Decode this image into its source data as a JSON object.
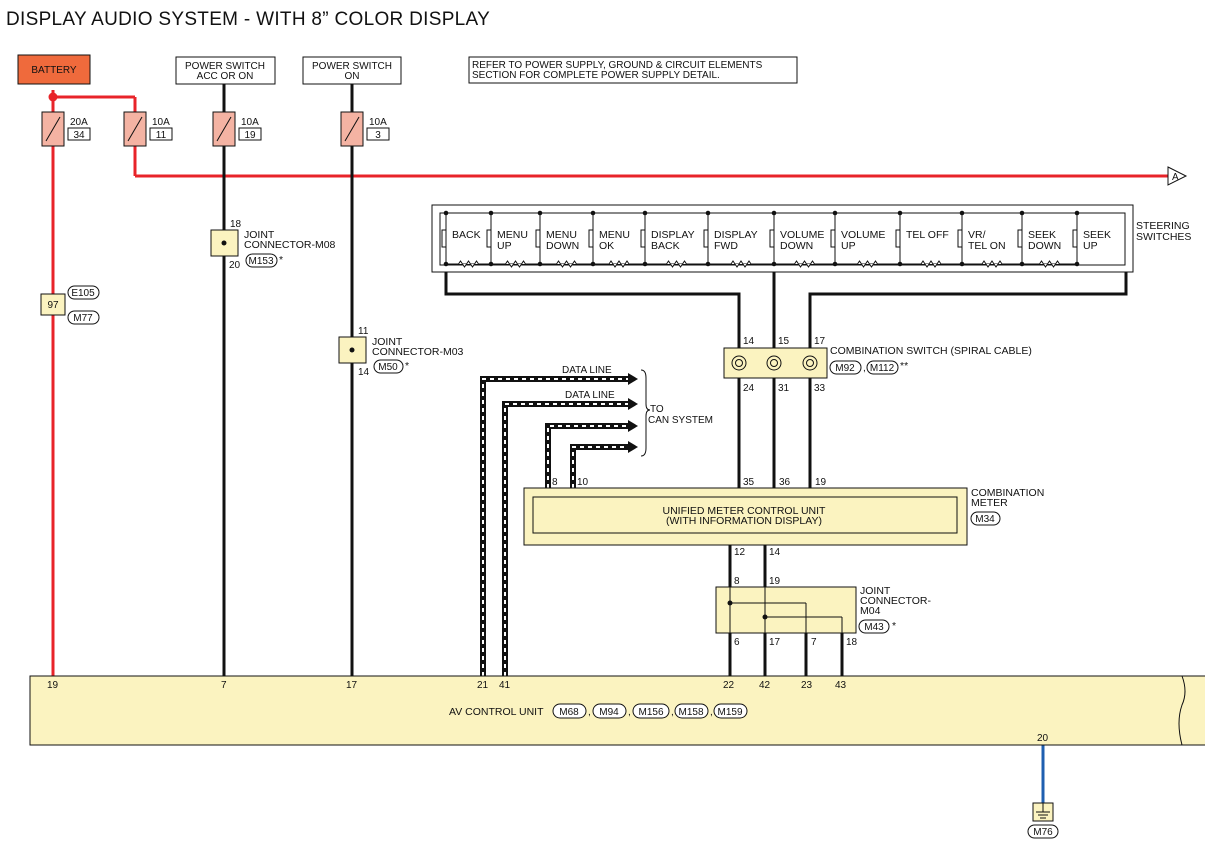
{
  "title": "DISPLAY AUDIO SYSTEM - WITH 8” COLOR DISPLAY",
  "colors": {
    "power": "#e8242a",
    "ground": "#1f5fb0",
    "wire": "#111111",
    "module": "#fbf3c0",
    "battery": "#ef6a3c",
    "fuse": "#f4b3a3"
  },
  "battery": {
    "label": "BATTERY"
  },
  "power_switch_acc": {
    "line1": "POWER SWITCH",
    "line2": "ACC OR ON"
  },
  "power_switch_on": {
    "line1": "POWER SWITCH",
    "line2": "ON"
  },
  "note": {
    "line1": "REFER TO POWER SUPPLY, GROUND & CIRCUIT ELEMENTS",
    "line2": "SECTION FOR COMPLETE POWER SUPPLY DETAIL."
  },
  "fuses": [
    {
      "amp": "20A",
      "num": "34"
    },
    {
      "amp": "10A",
      "num": "11"
    },
    {
      "amp": "10A",
      "num": "19"
    },
    {
      "amp": "10A",
      "num": "3"
    }
  ],
  "arrow_a": "A",
  "inline_connector": {
    "pin": "97",
    "conn1": "E105",
    "conn2": "M77"
  },
  "jc_m08": {
    "line1": "JOINT",
    "line2": "CONNECTOR-M08",
    "pin_top": "18",
    "pin_bot": "20",
    "conn": "M153",
    "mark": "*"
  },
  "jc_m03": {
    "line1": "JOINT",
    "line2": "CONNECTOR-M03",
    "pin_top": "11",
    "pin_bot": "14",
    "conn": "M50",
    "mark": "*"
  },
  "steering": {
    "line1": "STEERING",
    "line2": "SWITCHES",
    "switches": [
      {
        "l1": "BACK",
        "l2": ""
      },
      {
        "l1": "MENU",
        "l2": "UP"
      },
      {
        "l1": "MENU",
        "l2": "DOWN"
      },
      {
        "l1": "MENU",
        "l2": "OK"
      },
      {
        "l1": "DISPLAY",
        "l2": "BACK"
      },
      {
        "l1": "DISPLAY",
        "l2": "FWD"
      },
      {
        "l1": "VOLUME",
        "l2": "DOWN"
      },
      {
        "l1": "VOLUME",
        "l2": "UP"
      },
      {
        "l1": "TEL OFF",
        "l2": ""
      },
      {
        "l1": "VR/",
        "l2": "TEL ON"
      },
      {
        "l1": "SEEK",
        "l2": "DOWN"
      },
      {
        "l1": "SEEK",
        "l2": "UP"
      }
    ]
  },
  "spiral": {
    "label": "COMBINATION SWITCH (SPIRAL CABLE)",
    "pins_top": [
      "14",
      "15",
      "17"
    ],
    "pins_bot": [
      "24",
      "31",
      "33"
    ],
    "conn1": "M92",
    "conn2": "M112",
    "mark": "**"
  },
  "data_lines": {
    "line1": "DATA LINE",
    "line2": "DATA LINE",
    "to1": "TO",
    "to2": "CAN SYSTEM"
  },
  "meter": {
    "inner1": "UNIFIED METER CONTROL UNIT",
    "inner2": "(WITH INFORMATION DISPLAY)",
    "name1": "COMBINATION",
    "name2": "METER",
    "conn": "M34",
    "pins_top": [
      "8",
      "10",
      "35",
      "36",
      "19"
    ],
    "pins_bot": [
      "12",
      "14"
    ]
  },
  "jc_m04": {
    "line1": "JOINT",
    "line2": "CONNECTOR-",
    "line3": "M04",
    "conn": "M43",
    "mark": "*",
    "pins_top": [
      "8",
      "19"
    ],
    "pins_bot": [
      "6",
      "17",
      "7",
      "18"
    ]
  },
  "av_unit": {
    "label": "AV CONTROL UNIT",
    "conns": [
      "M68",
      "M94",
      "M156",
      "M158",
      "M159"
    ],
    "pins": [
      "19",
      "7",
      "17",
      "21",
      "41",
      "22",
      "42",
      "23",
      "43"
    ],
    "ground_pin": "20"
  },
  "ground": {
    "conn": "M76"
  }
}
